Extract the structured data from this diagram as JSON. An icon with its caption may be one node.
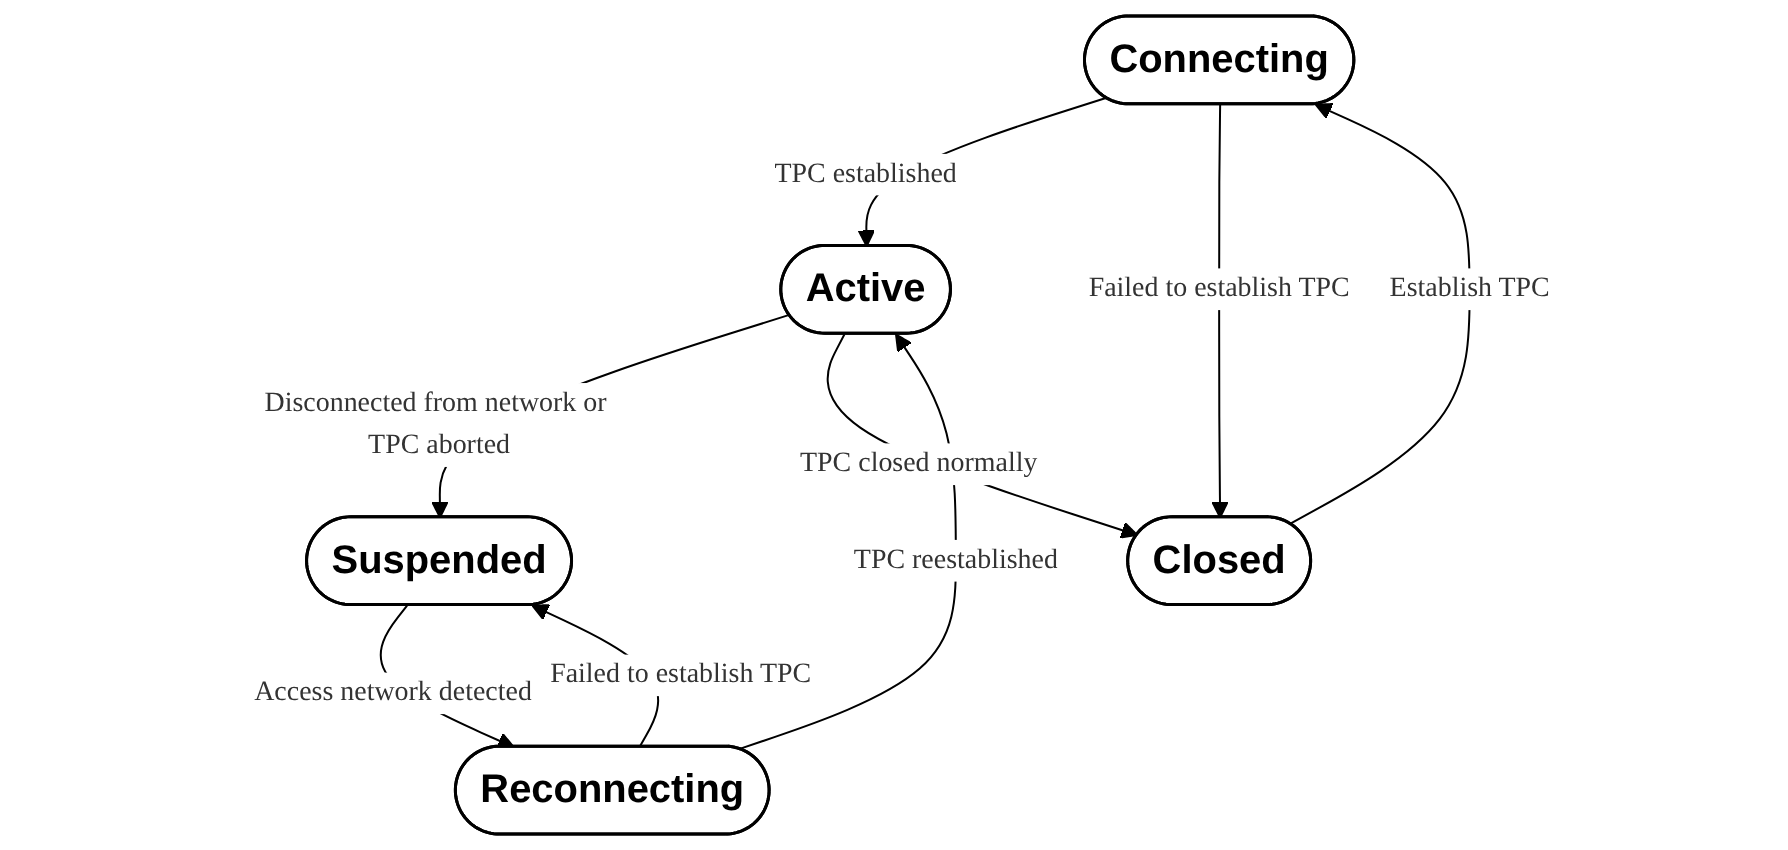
{
  "diagram": {
    "nodes": [
      {
        "text": [
          "Connecting"
        ]
      },
      {
        "text": [
          "Active"
        ]
      },
      {
        "text": [
          "Suspended"
        ]
      },
      {
        "text": [
          "Closed"
        ]
      },
      {
        "text": [
          "Reconnecting"
        ]
      }
    ],
    "edges": [
      {
        "from": 0,
        "to": 1,
        "arrow": "to",
        "label": "TPC established"
      },
      {
        "from": 1,
        "to": 2,
        "arrow": "to",
        "label": "Disconnected from network or TPC aborted"
      },
      {
        "from": 0,
        "to": 3,
        "arrow": "to",
        "label": "Failed to establish TPC"
      },
      {
        "from": 3,
        "to": 0,
        "arrow": "to",
        "label": "Establish TPC"
      },
      {
        "from": 1,
        "to": 3,
        "arrow": "to",
        "label": "TPC closed normally"
      },
      {
        "from": 4,
        "to": 1,
        "arrow": "to",
        "label": "TPC reestablished"
      },
      {
        "from": 4,
        "to": 2,
        "arrow": "to",
        "label": "Failed to establish TPC"
      },
      {
        "from": 2,
        "to": 4,
        "arrow": "to",
        "label": "Access network detected"
      }
    ]
  }
}
